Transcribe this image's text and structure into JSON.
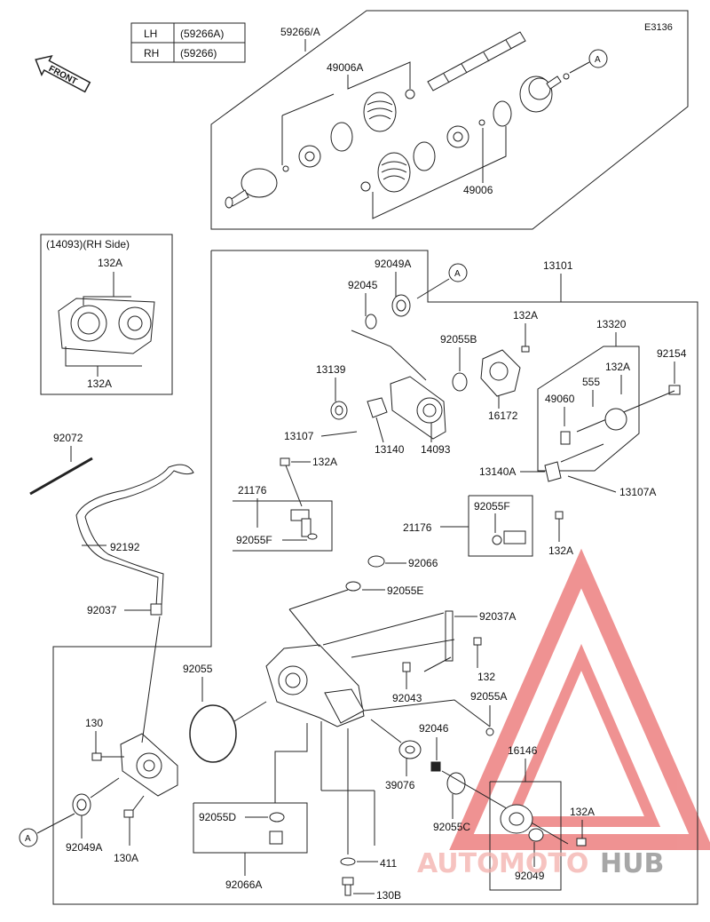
{
  "diagram_code": "E3136",
  "front_label": "FRONT",
  "side_table": [
    {
      "side": "LH",
      "part": "(59266A)"
    },
    {
      "side": "RH",
      "part": "(59266)"
    }
  ],
  "inset_label": "(14093)(RH Side)",
  "callout_letter": "A",
  "parts": {
    "p59266A": "59266/A",
    "p49006A": "49006A",
    "p49006": "49006",
    "p132A": "132A",
    "p92049A": "92049A",
    "p92045": "92045",
    "p13101": "13101",
    "p92055B": "92055B",
    "p13320": "13320",
    "p92154": "92154",
    "p13139": "13139",
    "p555": "555",
    "p49060": "49060",
    "p16172": "16172",
    "p13107": "13107",
    "p13140": "13140",
    "p14093": "14093",
    "p92072": "92072",
    "p13140A": "13140A",
    "p13107A": "13107A",
    "p21176": "21176",
    "p92055F": "92055F",
    "p92192": "92192",
    "p92066": "92066",
    "p92055E": "92055E",
    "p92037": "92037",
    "p92037A": "92037A",
    "p92055": "92055",
    "p132": "132",
    "p92043": "92043",
    "p92055A": "92055A",
    "p130": "130",
    "p92046": "92046",
    "p16146": "16146",
    "p39076": "39076",
    "p92055D": "92055D",
    "p92055C": "92055C",
    "p130A": "130A",
    "p92066A": "92066A",
    "p411": "411",
    "p130B": "130B",
    "p92049": "92049"
  },
  "watermark": {
    "part1": "AUTO",
    "part2": "MOTO",
    "part3": "HUB"
  },
  "colors": {
    "line": "#222222",
    "watermark_red": "#e23a3a",
    "watermark_grey": "#8a8a8a",
    "watermark_light": "#f4b0ab"
  }
}
